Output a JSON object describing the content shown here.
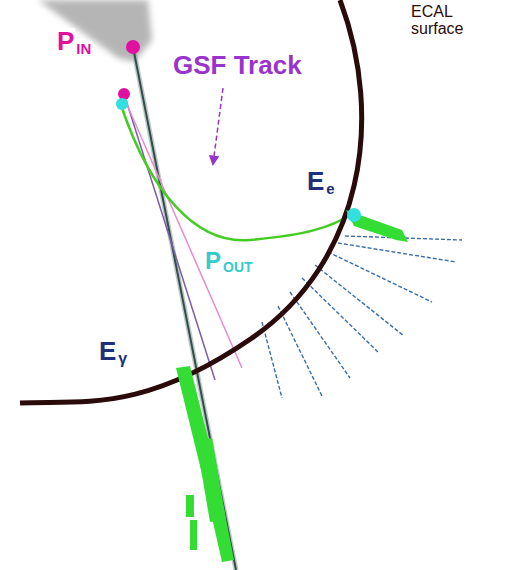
{
  "diagram": {
    "labels": [
      "P",
      "IN",
      "GSF Track",
      "E",
      "e",
      "P",
      "OUT",
      "E",
      "γ",
      "ECAL surface"
    ]
  }
}
